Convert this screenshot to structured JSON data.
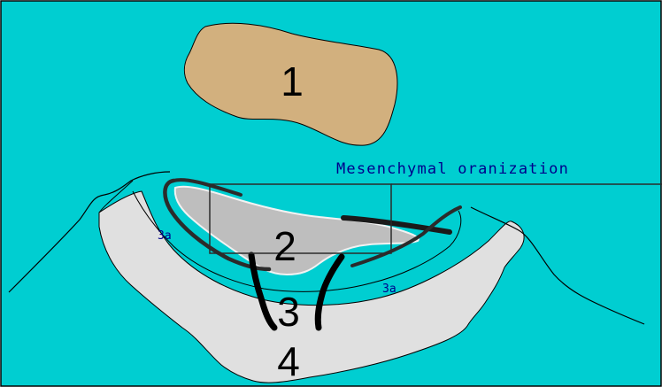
{
  "labels": {
    "region_1": "1",
    "region_2": "2",
    "region_3": "3",
    "region_4": "4",
    "zone_3a_left": "3a",
    "zone_3a_right": "3a",
    "caption": "Mesenchymal oranization"
  },
  "colors": {
    "background": "#00CED1",
    "region_1_fill": "#D2B07E",
    "region_2_fill": "#BEBEBE",
    "region_4_fill": "#E0E0E0",
    "outline": "#000000",
    "label_text": "#00008B"
  }
}
